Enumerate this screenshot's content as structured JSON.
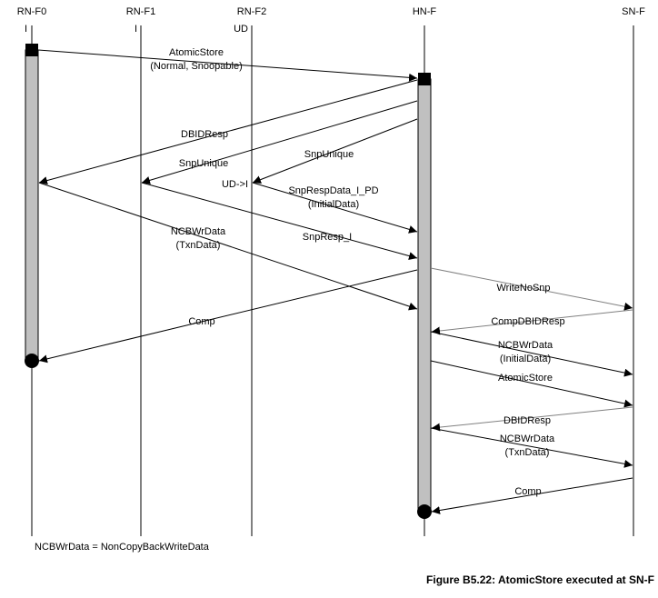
{
  "lanes": {
    "rnf0": {
      "name": "RN-F0",
      "state": "I"
    },
    "rnf1": {
      "name": "RN-F1",
      "state": "I"
    },
    "rnf2": {
      "name": "RN-F2",
      "state": "UD"
    },
    "hnf": {
      "name": "HN-F"
    },
    "snf": {
      "name": "SN-F"
    }
  },
  "messages": {
    "atomic_store": [
      "AtomicStore",
      "(Normal, Snoopable)"
    ],
    "dbid_resp": "DBIDResp",
    "snp_unique_f1": "SnpUnique",
    "snp_unique_f2": "SnpUnique",
    "state_transition": "UD->I",
    "snp_resp_data": [
      "SnpRespData_I_PD",
      "(InitialData)"
    ],
    "ncbwrdata_txn": [
      "NCBWrData",
      "(TxnData)"
    ],
    "snp_resp_i": "SnpResp_I",
    "write_no_snp": "WriteNoSnp",
    "comp_rn": "Comp",
    "comp_dbid_resp": "CompDBIDResp",
    "ncbwrdata_initial": [
      "NCBWrData",
      "(InitialData)"
    ],
    "atomic_store_sn": "AtomicStore",
    "dbid_resp_sn": "DBIDResp",
    "ncbwrdata_txn_sn": [
      "NCBWrData",
      "(TxnData)"
    ],
    "comp_sn": "Comp"
  },
  "footnote": "NCBWrData = NonCopyBackWriteData",
  "caption": "Figure B5.22: AtomicStore executed at SN-F"
}
